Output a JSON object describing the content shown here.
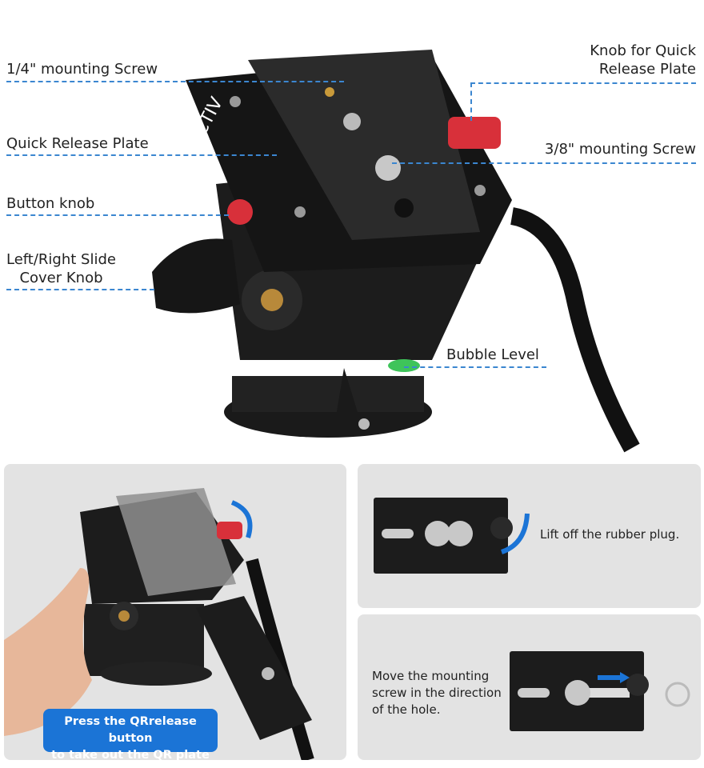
{
  "callouts": {
    "quarter_screw": "1/4\" mounting Screw",
    "qr_plate": "Quick Release Plate",
    "button_knob": "Button knob",
    "slide_knob_line1": "Left/Right Slide",
    "slide_knob_line2": "Cover Knob",
    "qr_knob_line1": "Knob for Quick",
    "qr_knob_line2": "Release Plate",
    "three_eighth_screw": "3/8\" mounting Screw",
    "bubble_level": "Bubble Level"
  },
  "brand_logo": "VICTIV",
  "panels": {
    "press_badge_line1": "Press the QRrelease button",
    "press_badge_line2": "to take out the QR plate",
    "lift_plug": "Lift off the rubber plug.",
    "move_screw_line1": "Move the mounting",
    "move_screw_line2": "screw in the direction",
    "move_screw_line3": "of the hole."
  },
  "colors": {
    "accent_blue": "#1b74d6",
    "dash_blue": "#3b86d0",
    "knob_red": "#d8303a",
    "panel_gray": "#e3e3e3"
  }
}
